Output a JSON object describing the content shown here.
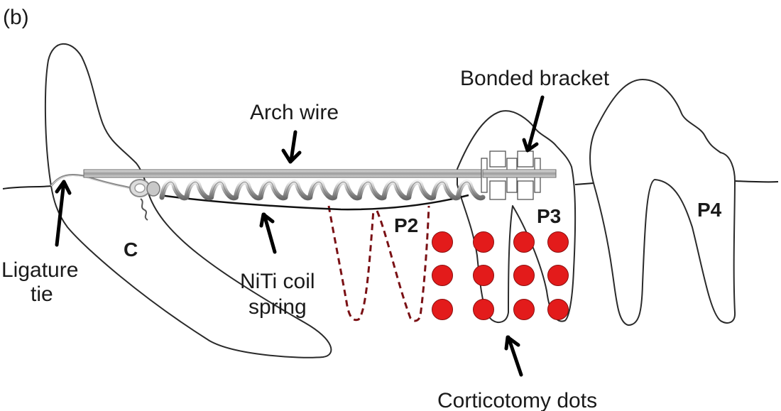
{
  "panel_label": "(b)",
  "labels": {
    "arch_wire": "Arch wire",
    "bonded_bracket": "Bonded bracket",
    "ligature_tie_line1": "Ligature",
    "ligature_tie_line2": "tie",
    "niti_line1": "NiTi coil",
    "niti_line2": "spring",
    "corticotomy_dots": "Corticotomy dots"
  },
  "teeth": {
    "canine": "C",
    "p2": "P2",
    "p3": "P3",
    "p4": "P4"
  },
  "colors": {
    "corticotomy_dot": "#e31b1b",
    "dashed_root": "#7a1014",
    "outline": "#2a2a2a",
    "wire": "#9a9a9a"
  },
  "corticotomy_grid": {
    "rows": 3,
    "columns": 4
  }
}
